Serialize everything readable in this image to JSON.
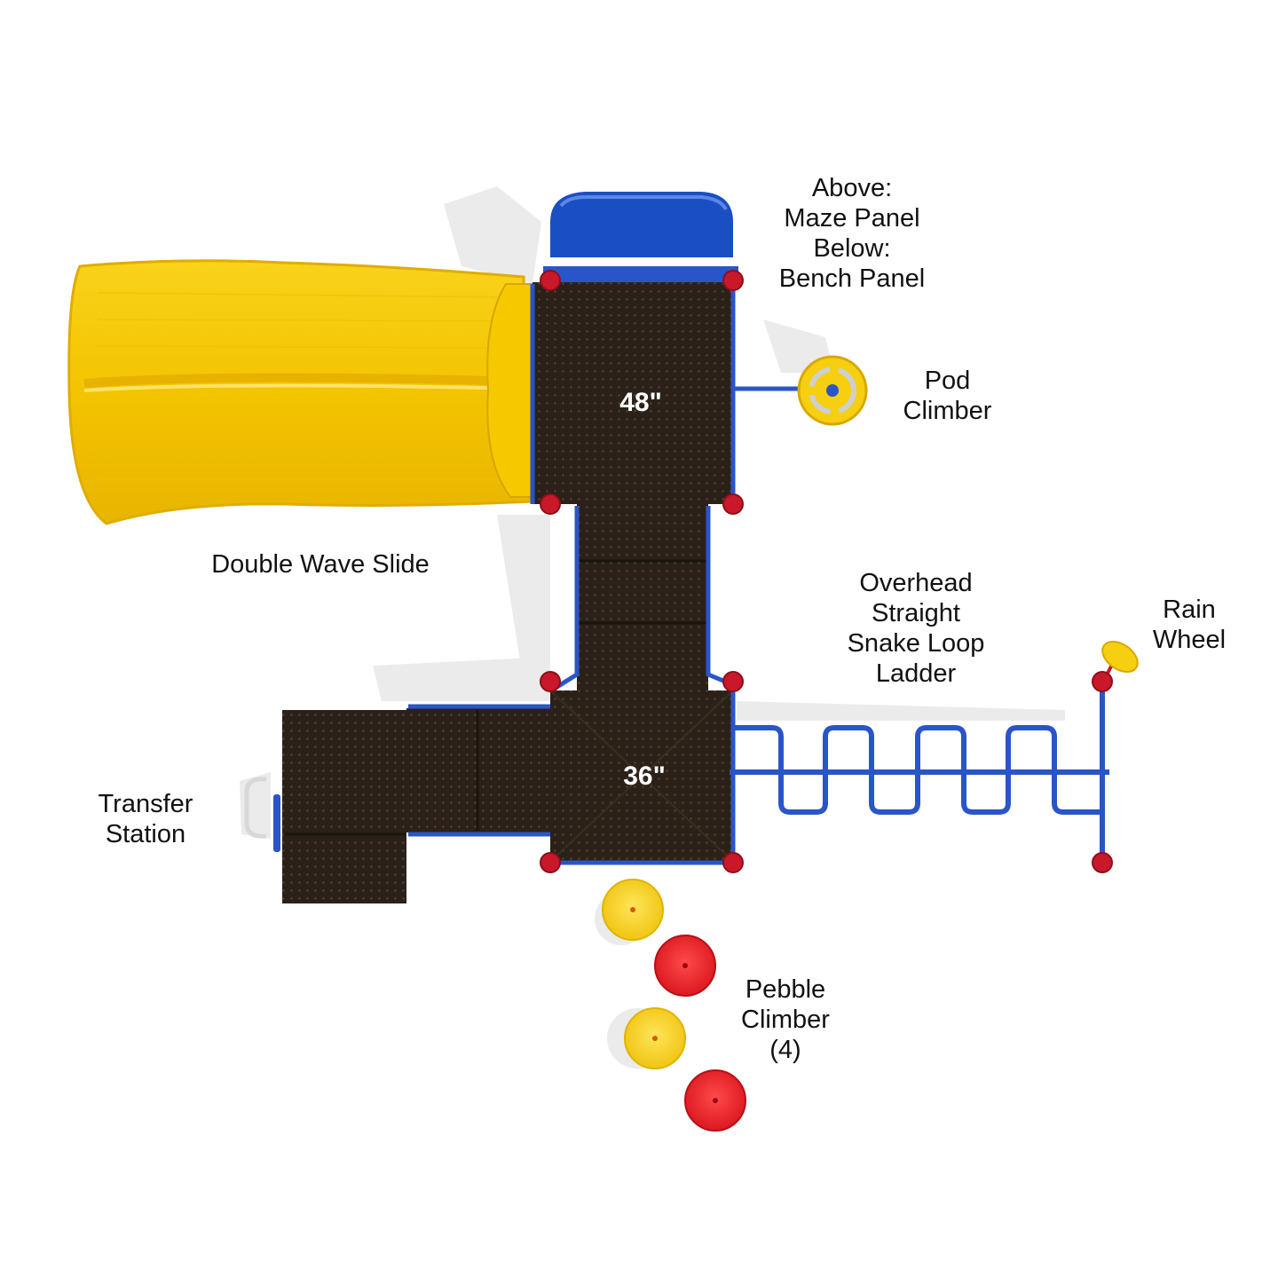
{
  "labels": {
    "above_below": [
      "Above:",
      "Maze Panel",
      "Below:",
      "Bench Panel"
    ],
    "pod_climber": [
      "Pod",
      "Climber"
    ],
    "double_wave_slide": "Double Wave Slide",
    "overhead_ladder": [
      "Overhead",
      "Straight",
      "Snake Loop",
      "Ladder"
    ],
    "rain_wheel": [
      "Rain",
      "Wheel"
    ],
    "transfer_station": [
      "Transfer",
      "Station"
    ],
    "pebble_climber": [
      "Pebble",
      "Climber",
      "(4)"
    ]
  },
  "decks": {
    "upper_height": "48\"",
    "lower_height": "36\""
  },
  "colors": {
    "deck": "#2b2118",
    "frame_blue": "#2a55c9",
    "roof_blue": "#1a4fc4",
    "slide_yellow": "#f7cd0a",
    "clamp_red": "#c8182a",
    "pebble_yellow": "#f6d320",
    "pebble_red": "#e01e26"
  }
}
